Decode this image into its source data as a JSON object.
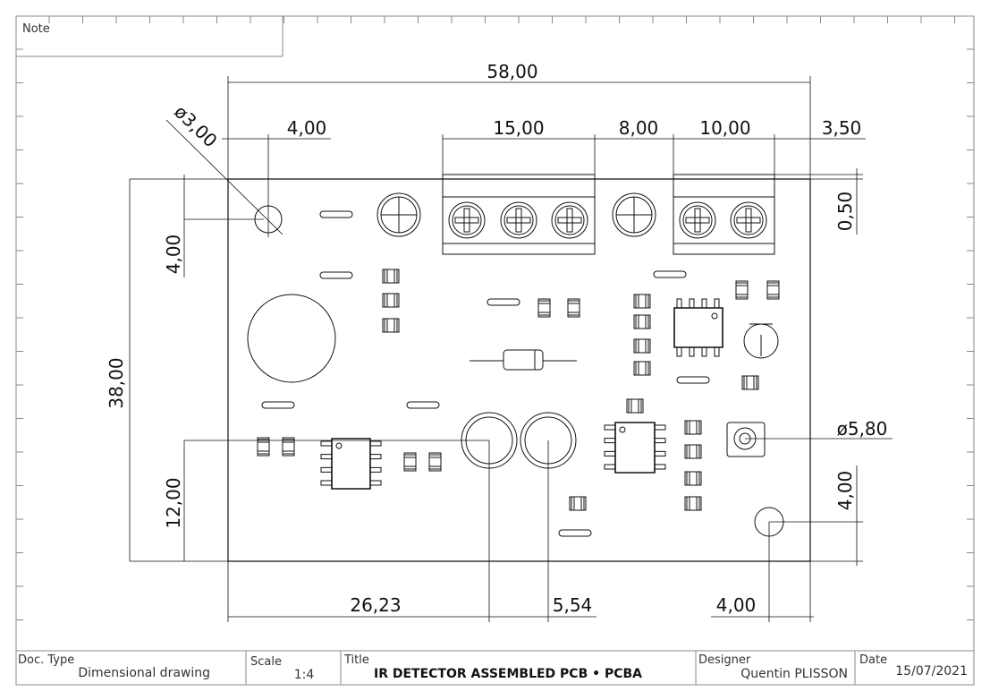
{
  "note": {
    "label": "Note"
  },
  "dimensions": {
    "overall_width": "58,00",
    "hole_diameter": "ø3,00",
    "hole_offset_x": "4,00",
    "terminal_1_width": "15,00",
    "terminal_gap": "8,00",
    "terminal_2_width": "10,00",
    "terminal_right_offset": "3,50",
    "terminal_overhang": "0,50",
    "hole_offset_y": "4,00",
    "overall_height": "38,00",
    "sensor_height": "12,00",
    "sensor_offset_x": "26,23",
    "sensor_spacing": "5,54",
    "bottom_hole_offset_x": "4,00",
    "bottom_hole_offset_y": "4,00",
    "pot_diameter": "ø5,80"
  },
  "title_block": {
    "doc_type_label": "Doc. Type",
    "doc_type_value": "Dimensional drawing",
    "scale_label": "Scale",
    "scale_value": "1:4",
    "title_label": "Title",
    "title_value": "IR DETECTOR ASSEMBLED PCB • PCBA",
    "designer_label": "Designer",
    "designer_value": "Quentin PLISSON",
    "date_label": "Date",
    "date_value": "15/07/2021"
  },
  "colors": {
    "line": "#111111",
    "frame": "#888888"
  }
}
